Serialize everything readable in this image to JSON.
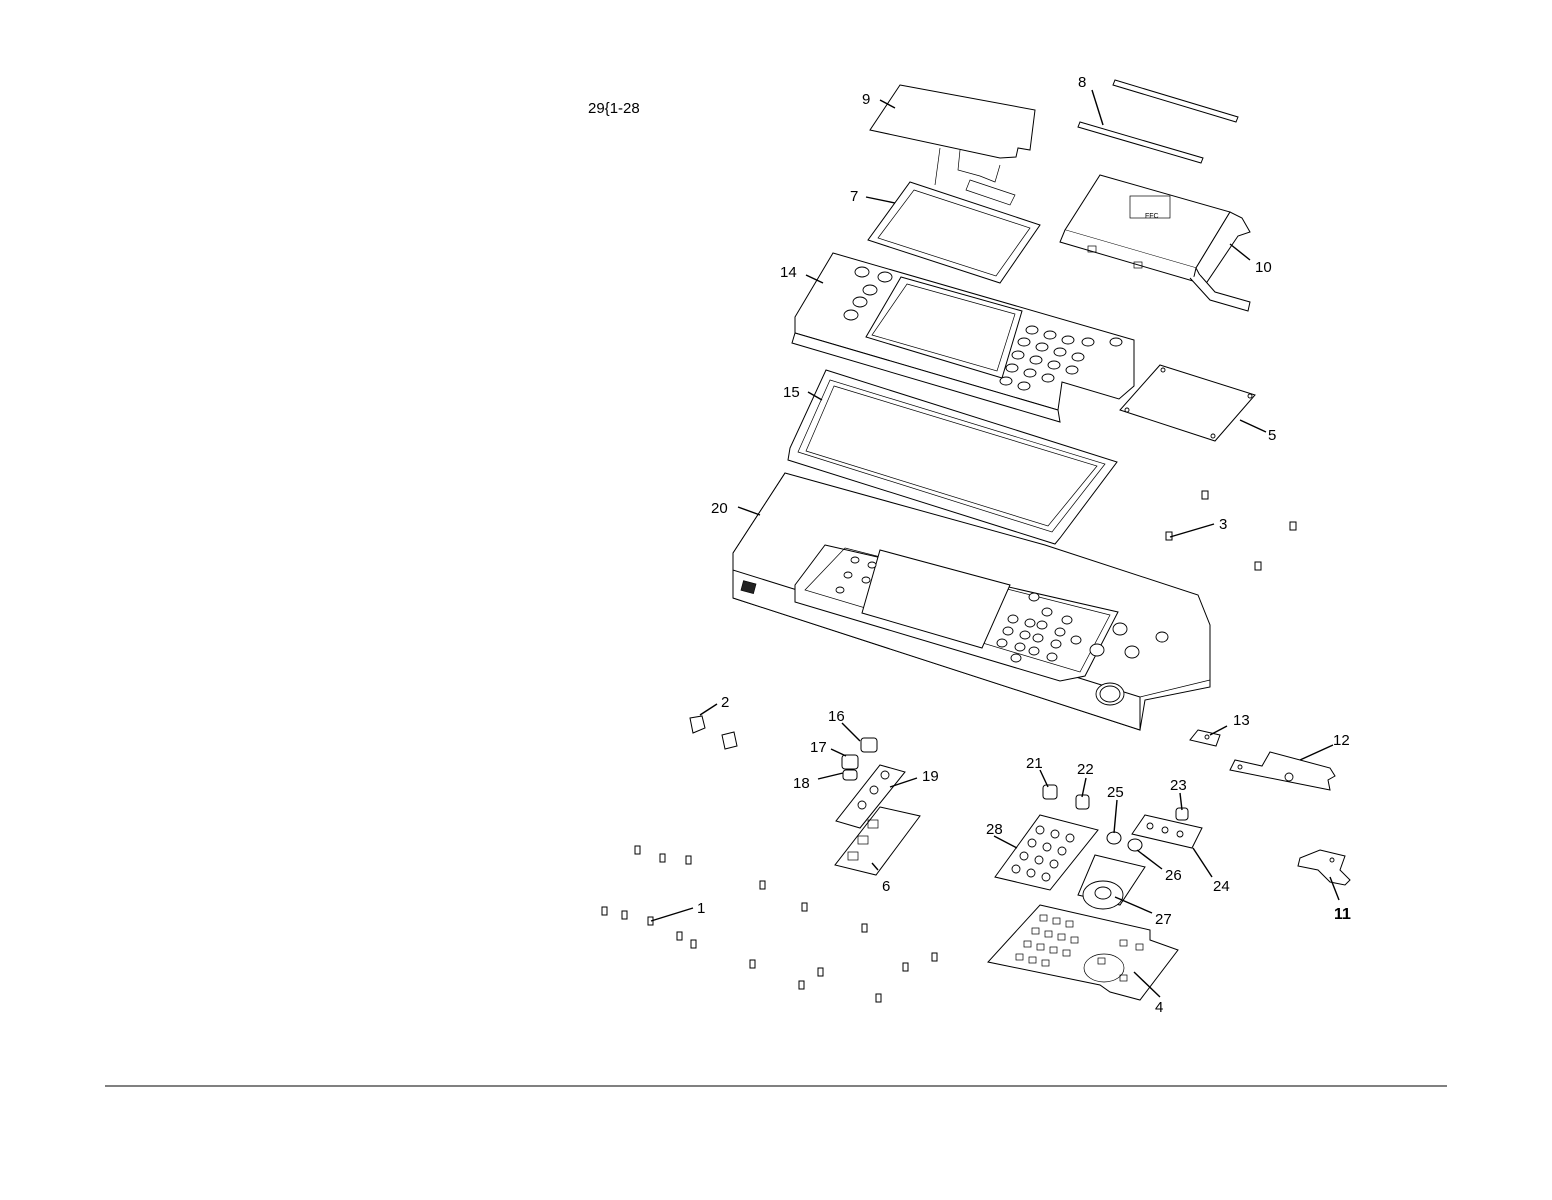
{
  "assembly_label": "29{1-28",
  "callouts": [
    {
      "id": "c1",
      "text": "1"
    },
    {
      "id": "c2",
      "text": "2"
    },
    {
      "id": "c3",
      "text": "3"
    },
    {
      "id": "c4",
      "text": "4"
    },
    {
      "id": "c5",
      "text": "5"
    },
    {
      "id": "c6",
      "text": "6"
    },
    {
      "id": "c7",
      "text": "7"
    },
    {
      "id": "c8",
      "text": "8"
    },
    {
      "id": "c9",
      "text": "9"
    },
    {
      "id": "c10",
      "text": "10"
    },
    {
      "id": "c11",
      "text": "11"
    },
    {
      "id": "c12",
      "text": "12"
    },
    {
      "id": "c13",
      "text": "13"
    },
    {
      "id": "c14",
      "text": "14"
    },
    {
      "id": "c15",
      "text": "15"
    },
    {
      "id": "c16",
      "text": "16"
    },
    {
      "id": "c17",
      "text": "17"
    },
    {
      "id": "c18",
      "text": "18"
    },
    {
      "id": "c19",
      "text": "19"
    },
    {
      "id": "c20",
      "text": "20"
    },
    {
      "id": "c21",
      "text": "21"
    },
    {
      "id": "c22",
      "text": "22"
    },
    {
      "id": "c23",
      "text": "23"
    },
    {
      "id": "c24",
      "text": "24"
    },
    {
      "id": "c25",
      "text": "25"
    },
    {
      "id": "c26",
      "text": "26"
    },
    {
      "id": "c27",
      "text": "27"
    },
    {
      "id": "c28",
      "text": "28"
    }
  ],
  "bracket_marking": "FFC"
}
